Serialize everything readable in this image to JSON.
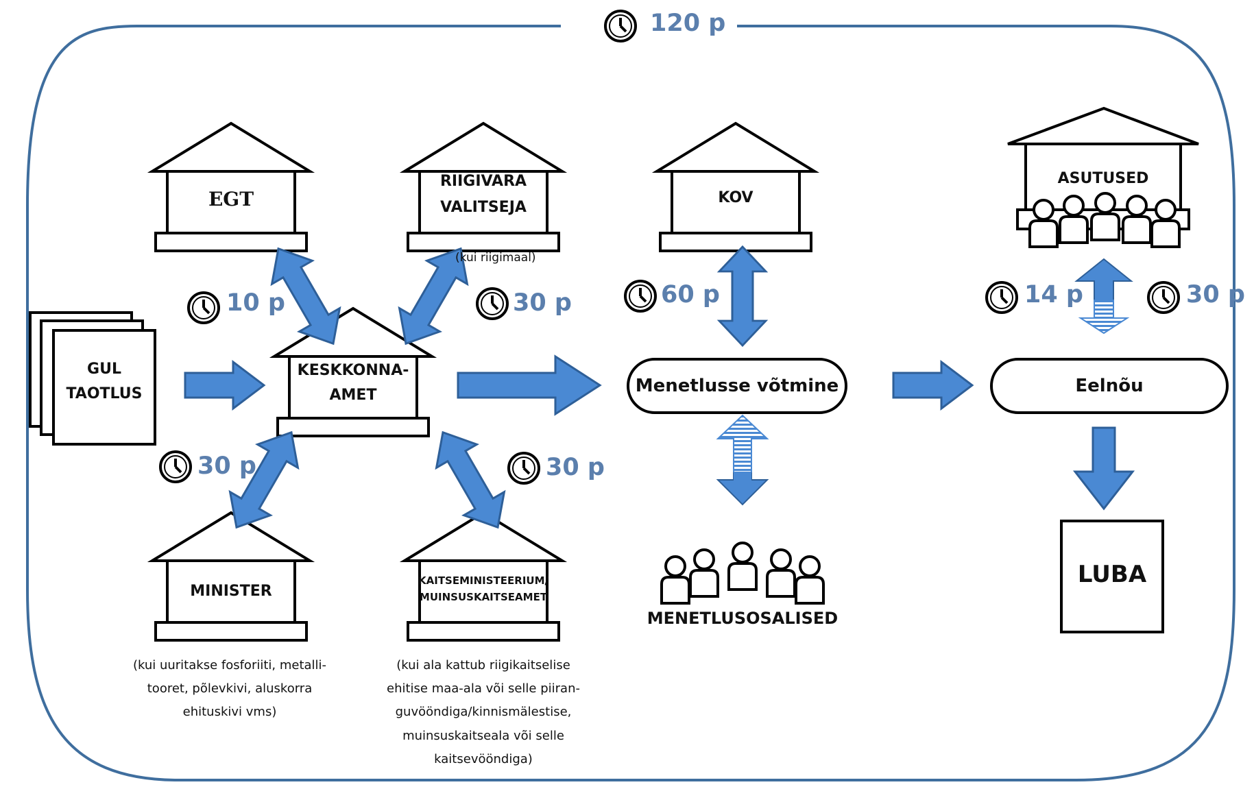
{
  "total_time": "120 p",
  "application": {
    "line1": "GUL",
    "line2": "TAOTLUS"
  },
  "agency": {
    "line1": "KESKKONNA-",
    "line2": "AMET"
  },
  "egt": {
    "label": "EGT",
    "time": "10 p"
  },
  "riigivara": {
    "line1": "RIIGIVARA",
    "line2": "VALITSEJA",
    "note": "(kui riigimaal)",
    "time": "30 p"
  },
  "minister": {
    "label": "MINISTER",
    "time": "30 p",
    "note": [
      "(kui uuritakse fosforiiti, metalli-",
      "tooret, põlevkivi, aluskorra",
      "ehituskivi vms)"
    ]
  },
  "kaitse": {
    "line1": "KAITSEMINISTEERIUM/",
    "line2": "MUINSUSKAITSEAMET",
    "time": "30 p",
    "note": [
      "(kui ala kattub riigikaitselise",
      "ehitise maa-ala või selle piiran-",
      "guvööndiga/kinnismälestise,",
      "muinsuskaitseala või selle",
      "kaitsevööndiga)"
    ]
  },
  "kov": {
    "label": "KOV",
    "time": "60 p"
  },
  "proceeding": {
    "label": "Menetlusse võtmine"
  },
  "participants": {
    "label": "MENETLUSOSALISED"
  },
  "asutused": {
    "label": "ASUTUSED",
    "time_left": "14 p",
    "time_right": "30 p"
  },
  "draft": {
    "label": "Eelnõu"
  },
  "permit": {
    "label": "LUBA"
  },
  "colors": {
    "arrow": "#4a89d3",
    "frame": "#3f6e9e",
    "time_text": "#5b7fad"
  }
}
